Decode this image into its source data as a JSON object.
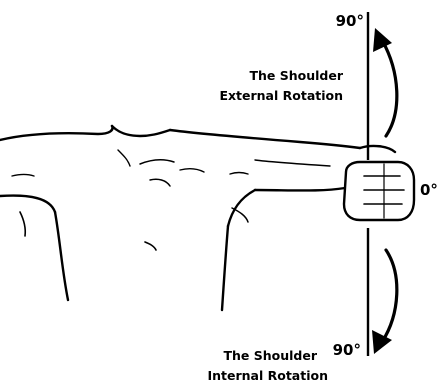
{
  "diagram": {
    "external_rotation": {
      "line1": "The Shoulder",
      "line2": "External Rotation",
      "angle": "90°"
    },
    "neutral": {
      "angle": "0°"
    },
    "internal_rotation": {
      "line1": "The Shoulder",
      "line2": "Internal Rotation",
      "angle": "90°"
    }
  }
}
